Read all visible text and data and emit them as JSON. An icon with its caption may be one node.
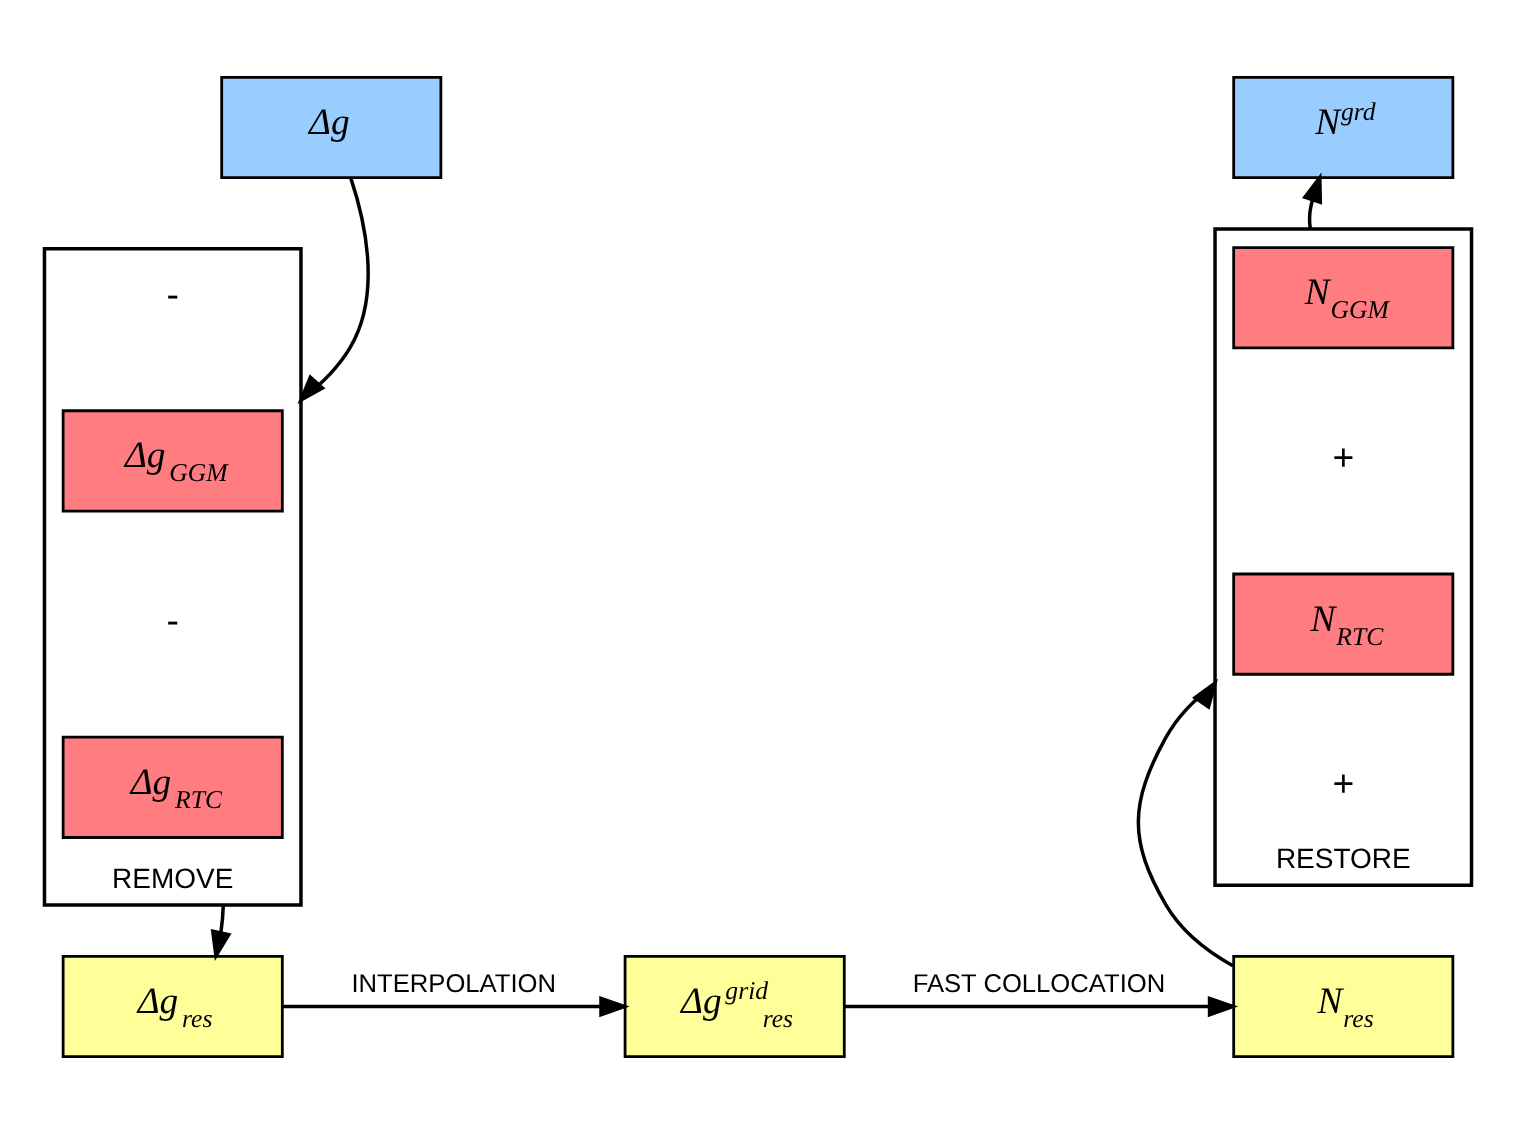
{
  "diagram": {
    "nodes": [
      {
        "text": [
          "Δg"
        ]
      },
      {
        "text": [
          "REMOVE"
        ]
      },
      {
        "text": [
          "Δg$_{GGM}$"
        ],
        "in": 1
      },
      {
        "text": [
          "Δg$_{RTC}$"
        ],
        "in": 1
      },
      {
        "text": [
          "Δg$_{res}$"
        ]
      },
      {
        "text": [
          "Δg$^{grid}$$_{res}$"
        ]
      },
      {
        "text": [
          "N$_{res}$"
        ]
      },
      {
        "text": [
          "RESTORE"
        ]
      },
      {
        "text": [
          "N$_{GGM}$"
        ],
        "in": 7
      },
      {
        "text": [
          "N$_{RTC}$"
        ],
        "in": 7
      },
      {
        "text": [
          "N$^{grd}$"
        ]
      }
    ],
    "edges": [
      {
        "from": 0,
        "to": 1,
        "arrow": "to"
      },
      {
        "from": 1,
        "to": 4,
        "arrow": "to"
      },
      {
        "from": 4,
        "to": 5,
        "arrow": "to",
        "label": "INTERPOLATION"
      },
      {
        "from": 5,
        "to": 6,
        "arrow": "to",
        "label": "FAST COLLOCATION"
      },
      {
        "from": 6,
        "to": 7,
        "arrow": "to"
      },
      {
        "from": 7,
        "to": 10,
        "arrow": "to"
      }
    ],
    "labels": [
      "-",
      "-",
      "+",
      "+"
    ]
  }
}
